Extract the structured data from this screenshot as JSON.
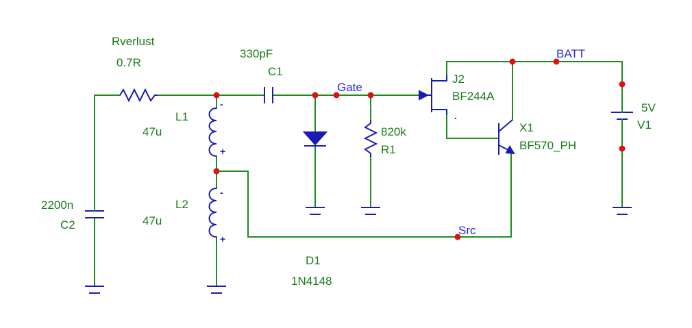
{
  "components": {
    "rverlust": {
      "name": "Rverlust",
      "value": "0.7R"
    },
    "c1": {
      "name": "C1",
      "value": "330pF"
    },
    "l1": {
      "name": "L1",
      "value": "47u"
    },
    "l2": {
      "name": "L2",
      "value": "47u"
    },
    "c2": {
      "name": "C2",
      "value": "2200n"
    },
    "d1": {
      "name": "D1",
      "value": "1N4148"
    },
    "r1": {
      "name": "R1",
      "value": "820k"
    },
    "j2": {
      "name": "J2",
      "value": "BF244A"
    },
    "x1": {
      "name": "X1",
      "value": "BF570_PH"
    },
    "v1": {
      "name": "V1",
      "value": "5V"
    }
  },
  "nets": {
    "gate": "Gate",
    "src": "Src",
    "batt": "BATT"
  },
  "pin_marks": {
    "minus": "-",
    "plus": "+",
    "dot": "."
  },
  "colors": {
    "wire": "#1e8c1e",
    "component": "#1a1ab4",
    "node": "#dd1111",
    "label": "#1a7a1a",
    "net_label": "#2a2ad0"
  }
}
